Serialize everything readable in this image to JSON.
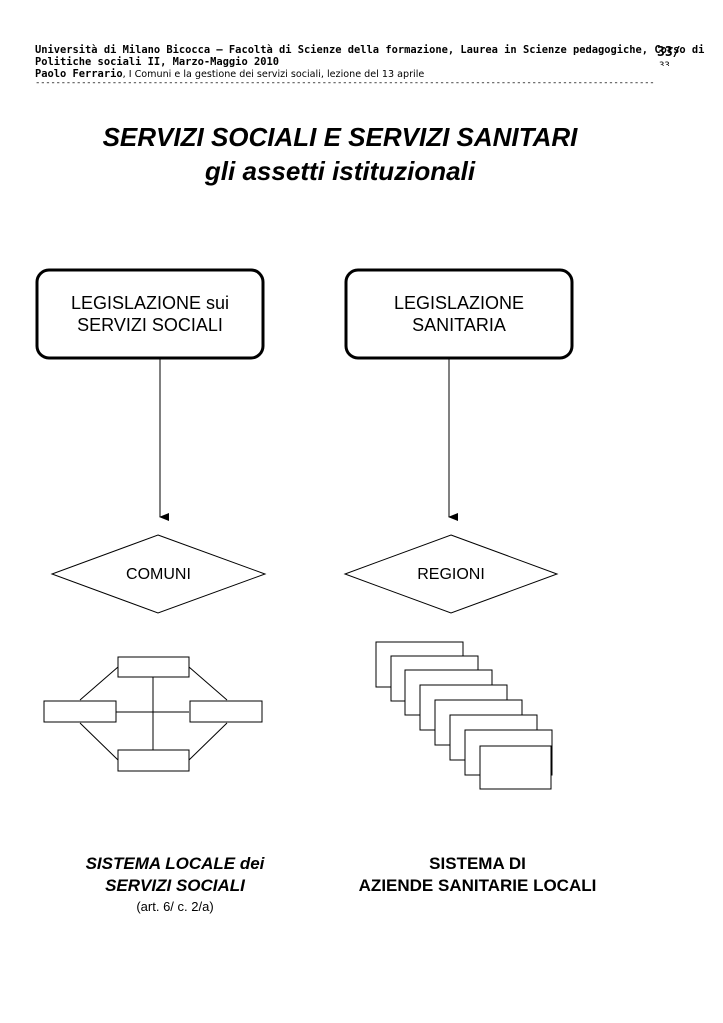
{
  "header": {
    "line1": "Università di Milano Bicocca – Facoltà di Scienze della formazione, Laurea in Scienze pedagogiche, Corso di",
    "line2": "Politiche sociali II, Marzo-Maggio 2010",
    "author": "Paolo Ferrario",
    "line3_rest": ", I Comuni e la gestione dei servizi sociali, lezione del 13 aprile",
    "page": "33/",
    "page_total": "33",
    "separator": "------------------------------------------------------------------------------------------------------------------------------------------"
  },
  "title": {
    "line1": "SERVIZI SOCIALI E SERVIZI SANITARI",
    "line2": "gli assetti istituzionali"
  },
  "diagram": {
    "left": {
      "box_line1": "LEGISLAZIONE sui",
      "box_line2": "SERVIZI SOCIALI",
      "diamond": "COMUNI",
      "caption_line1": "SISTEMA LOCALE dei",
      "caption_line2": "SERVIZI SOCIALI",
      "caption_note": "(art. 6/ c. 2/a)"
    },
    "right": {
      "box_line1": "LEGISLAZIONE",
      "box_line2": "SANITARIA",
      "diamond": "REGIONI",
      "caption_line1": "SISTEMA DI",
      "caption_line2": "AZIENDE SANITARIE LOCALI"
    }
  }
}
